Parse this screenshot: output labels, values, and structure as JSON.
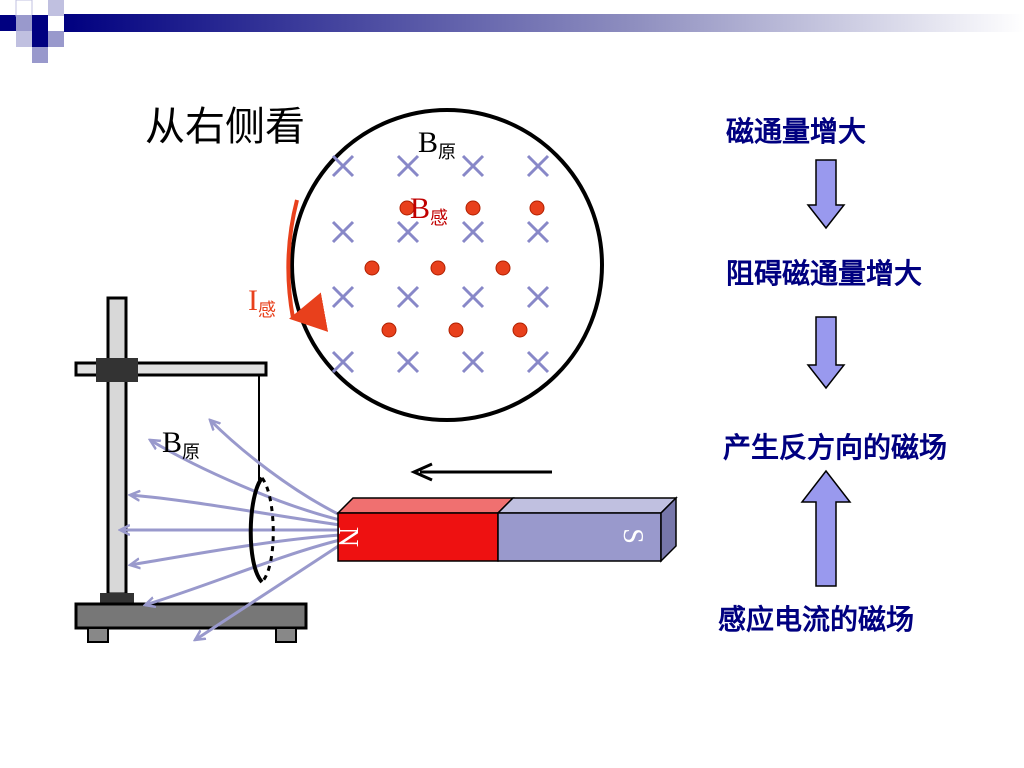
{
  "title": "从右侧看",
  "labels": {
    "b_original_top": {
      "main": "B",
      "sub": "原"
    },
    "b_induced": {
      "main": "B",
      "sub": "感"
    },
    "i_induced": {
      "main": "I",
      "sub": "感"
    },
    "b_original_left": {
      "main": "B",
      "sub": "原"
    }
  },
  "magnet": {
    "north": "N",
    "south": "S"
  },
  "flow": {
    "step1": "磁通量增大",
    "step2": "阻碍磁通量增大",
    "step3": "产生反方向的磁场",
    "step4": "感应电流的磁场"
  },
  "colors": {
    "navy_text": "#000080",
    "cross": "#8888c8",
    "dot": "#e8401c",
    "arrow_fill": "#9999ee",
    "north": "#ee1111",
    "south": "#9999cc",
    "field_line": "#9999cc"
  }
}
